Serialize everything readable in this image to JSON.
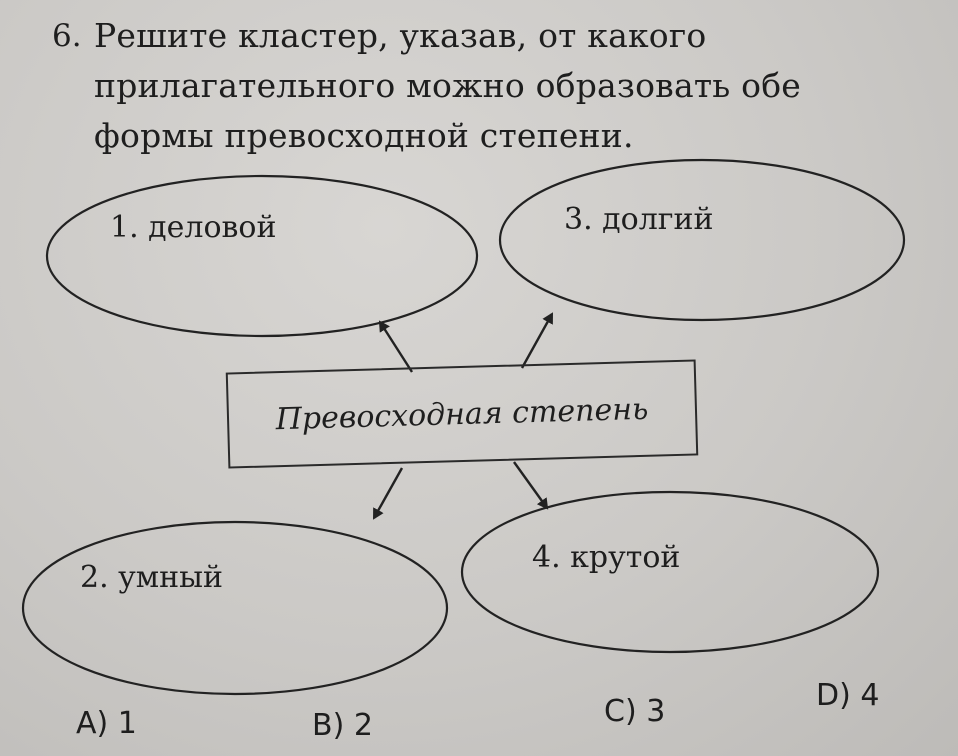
{
  "question": {
    "number": "6.",
    "line1": "Решите кластер, указав, от какого",
    "line2": "прилагательного можно образовать обе",
    "line3": "формы превосходной степени."
  },
  "diagram": {
    "center": "Превосходная степень",
    "options": [
      {
        "label": "1. деловой"
      },
      {
        "label": "2. умный"
      },
      {
        "label": "3. долгий"
      },
      {
        "label": "4. крутой"
      }
    ]
  },
  "answers": [
    {
      "label": "A) 1"
    },
    {
      "label": "B) 2"
    },
    {
      "label": "C) 3"
    },
    {
      "label": "D) 4"
    }
  ]
}
